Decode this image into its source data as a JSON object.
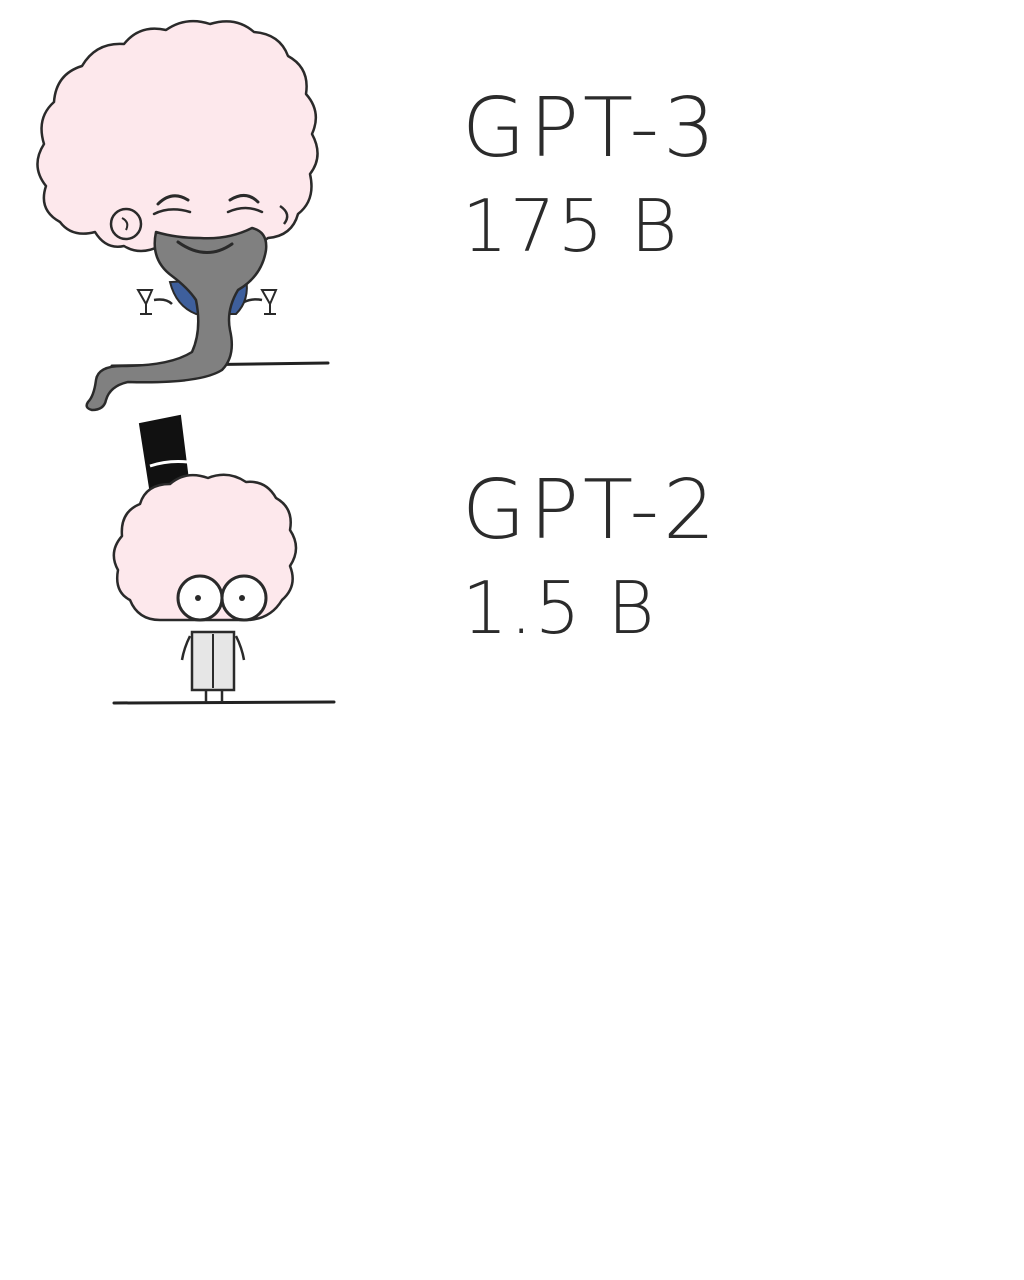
{
  "models": [
    {
      "name": "GPT-3",
      "params": "175 B"
    },
    {
      "name": "GPT-2",
      "params": "1.5 B"
    }
  ],
  "illustrations": [
    {
      "icon": "gpt3-character-icon",
      "accessories": [
        "long-beard",
        "wine-glasses"
      ]
    },
    {
      "icon": "gpt2-character-icon",
      "accessories": [
        "top-hat",
        "round-glasses",
        "book"
      ]
    }
  ],
  "colors": {
    "hair": "#fde8ec",
    "outline": "#222222",
    "beard": "#808080",
    "jacket": "#3e5f9c",
    "hat": "#111111",
    "book": "#e6e6e6",
    "text": "#2b2b2b",
    "background": "#ffffff"
  }
}
